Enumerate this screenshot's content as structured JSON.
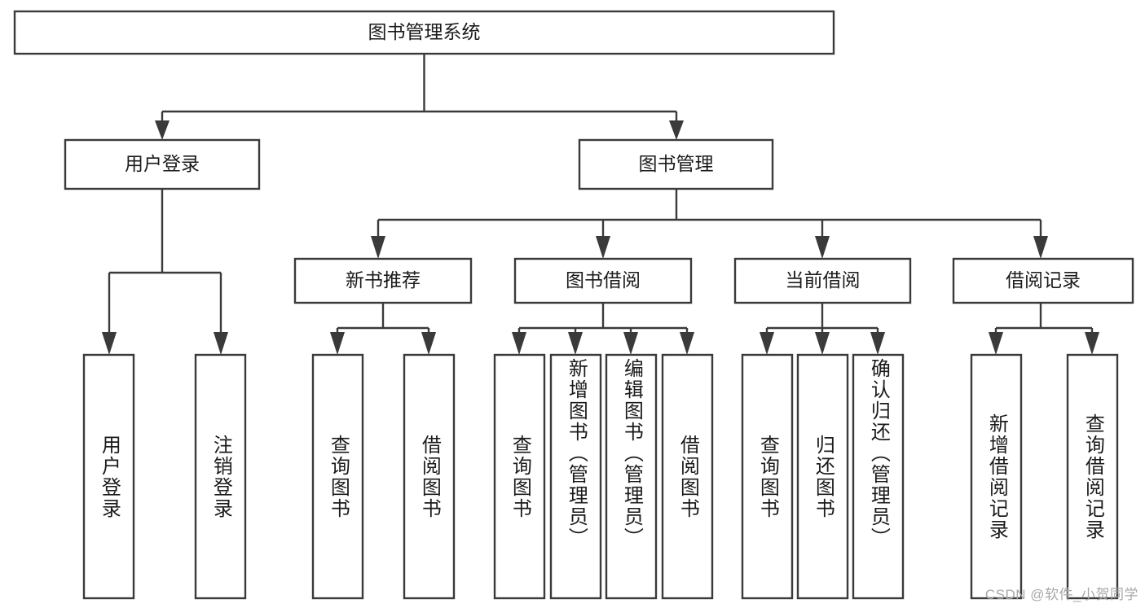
{
  "diagram": {
    "title": "图书管理系统",
    "watermark": "CSDN @软件_小贺同学",
    "levels": {
      "root": {
        "label": "图书管理系统"
      },
      "level2": [
        {
          "id": "user-login",
          "label": "用户登录"
        },
        {
          "id": "book-manage",
          "label": "图书管理"
        }
      ],
      "level3": [
        {
          "id": "new-book-rec",
          "label": "新书推荐"
        },
        {
          "id": "book-borrow",
          "label": "图书借阅"
        },
        {
          "id": "current-borrow",
          "label": "当前借阅"
        },
        {
          "id": "borrow-record",
          "label": "借阅记录"
        }
      ],
      "leaves": [
        {
          "id": "leaf-user-login",
          "label": "用户登录",
          "parent": "user-login"
        },
        {
          "id": "leaf-logout-login",
          "label": "注销登录",
          "parent": "user-login"
        },
        {
          "id": "leaf-query-book-1",
          "label": "查询图书",
          "parent": "new-book-rec"
        },
        {
          "id": "leaf-borrow-book-1",
          "label": "借阅图书",
          "parent": "new-book-rec"
        },
        {
          "id": "leaf-query-book-2",
          "label": "查询图书",
          "parent": "book-borrow"
        },
        {
          "id": "leaf-add-book",
          "label": "新增图书（管理员）",
          "parent": "book-borrow"
        },
        {
          "id": "leaf-edit-book",
          "label": "编辑图书（管理员）",
          "parent": "book-borrow"
        },
        {
          "id": "leaf-borrow-book-2",
          "label": "借阅图书",
          "parent": "book-borrow"
        },
        {
          "id": "leaf-query-book-3",
          "label": "查询图书",
          "parent": "current-borrow"
        },
        {
          "id": "leaf-return-book",
          "label": "归还图书",
          "parent": "current-borrow"
        },
        {
          "id": "leaf-confirm-return",
          "label": "确认归还（管理员）",
          "parent": "current-borrow"
        },
        {
          "id": "leaf-add-record",
          "label": "新增借阅记录",
          "parent": "borrow-record"
        },
        {
          "id": "leaf-query-record",
          "label": "查询借阅记录",
          "parent": "borrow-record"
        }
      ]
    },
    "colors": {
      "stroke": "#3a3a3a",
      "box_fill": "#ffffff",
      "text": "#1b1b1b",
      "background": "#ffffff",
      "watermark": "#a8a8a8"
    }
  }
}
